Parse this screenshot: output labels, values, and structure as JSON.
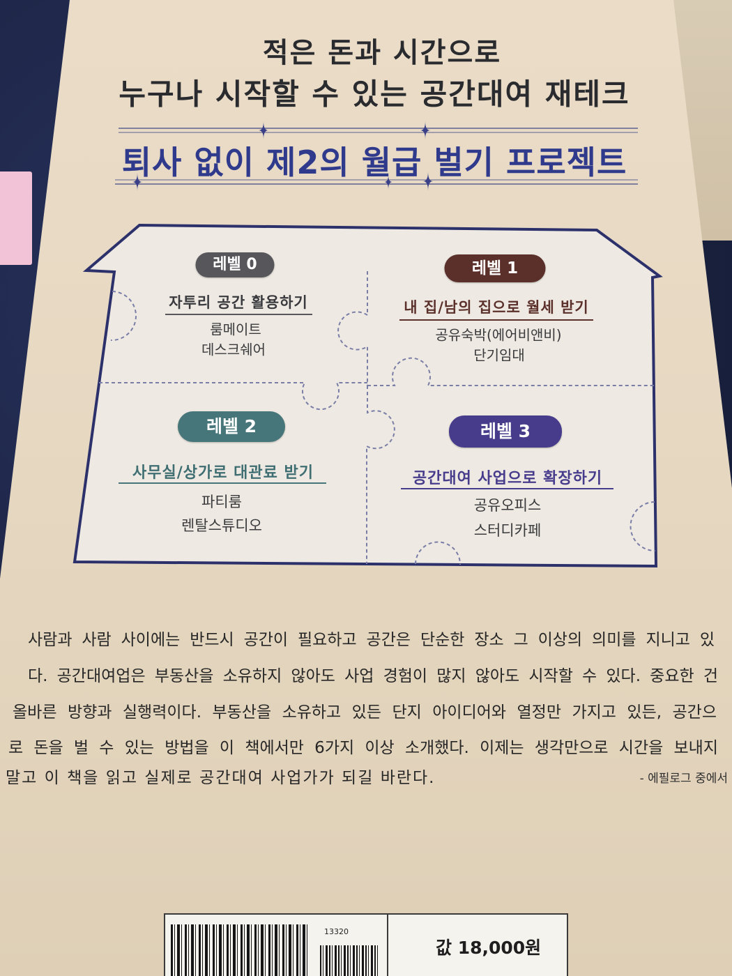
{
  "cover": {
    "headline": {
      "line1": "적은 돈과 시간으로",
      "line2": "누구나 시작할 수 있는 공간대여 재테크"
    },
    "subtitle": "퇴사 없이 제2의 월급 벌기 프로젝트",
    "levels": [
      {
        "badge": "레벨 0",
        "title": "자투리 공간 활용하기",
        "items": [
          "룸메이트",
          "데스크쉐어"
        ],
        "color": "#56565b"
      },
      {
        "badge": "레벨 1",
        "title": "내 집/남의 집으로 월세 받기",
        "items": [
          "공유숙박(에어비앤비)",
          "단기임대"
        ],
        "color": "#5b2f2a"
      },
      {
        "badge": "레벨 2",
        "title": "사무실/상가로 대관료 받기",
        "items": [
          "파티룸",
          "렌탈스튜디오"
        ],
        "color": "#46767a"
      },
      {
        "badge": "레벨 3",
        "title": "공간대여 사업으로 확장하기",
        "items": [
          "공유오피스",
          "스터디카페"
        ],
        "color": "#473b8c"
      }
    ],
    "body_lines": [
      "사람과 사람 사이에는 반드시 공간이 필요하고 공간은 단순한 장소 그 이상의 의미를 지니고 있",
      "다. 공간대여업은 부동산을 소유하지 않아도 사업 경험이 많지 않아도 시작할 수 있다. 중요한 건",
      "올바른 방향과 실행력이다. 부동산을 소유하고 있든 단지 아이디어와 열정만 가지고 있든, 공간으",
      "로 돈을 벌 수 있는 방법을 이 책에서만 6가지 이상 소개했다. 이제는 생각만으로 시간을 보내지",
      "말고 이 책을 읽고 실제로 공간대여 사업가가 되길 바란다."
    ],
    "attribution": "- 에필로그 중에서",
    "barcode": {
      "code": "13320"
    },
    "price": "값 18,000원"
  },
  "decor": {
    "icon": "star-icon"
  },
  "colors": {
    "cover": "#e7d9c3",
    "navy_outline": "#2c316b",
    "headline_text": "#2a2b2f",
    "subtitle_text": "#2f3a8c",
    "sticky_note": "#f2c3d6"
  }
}
